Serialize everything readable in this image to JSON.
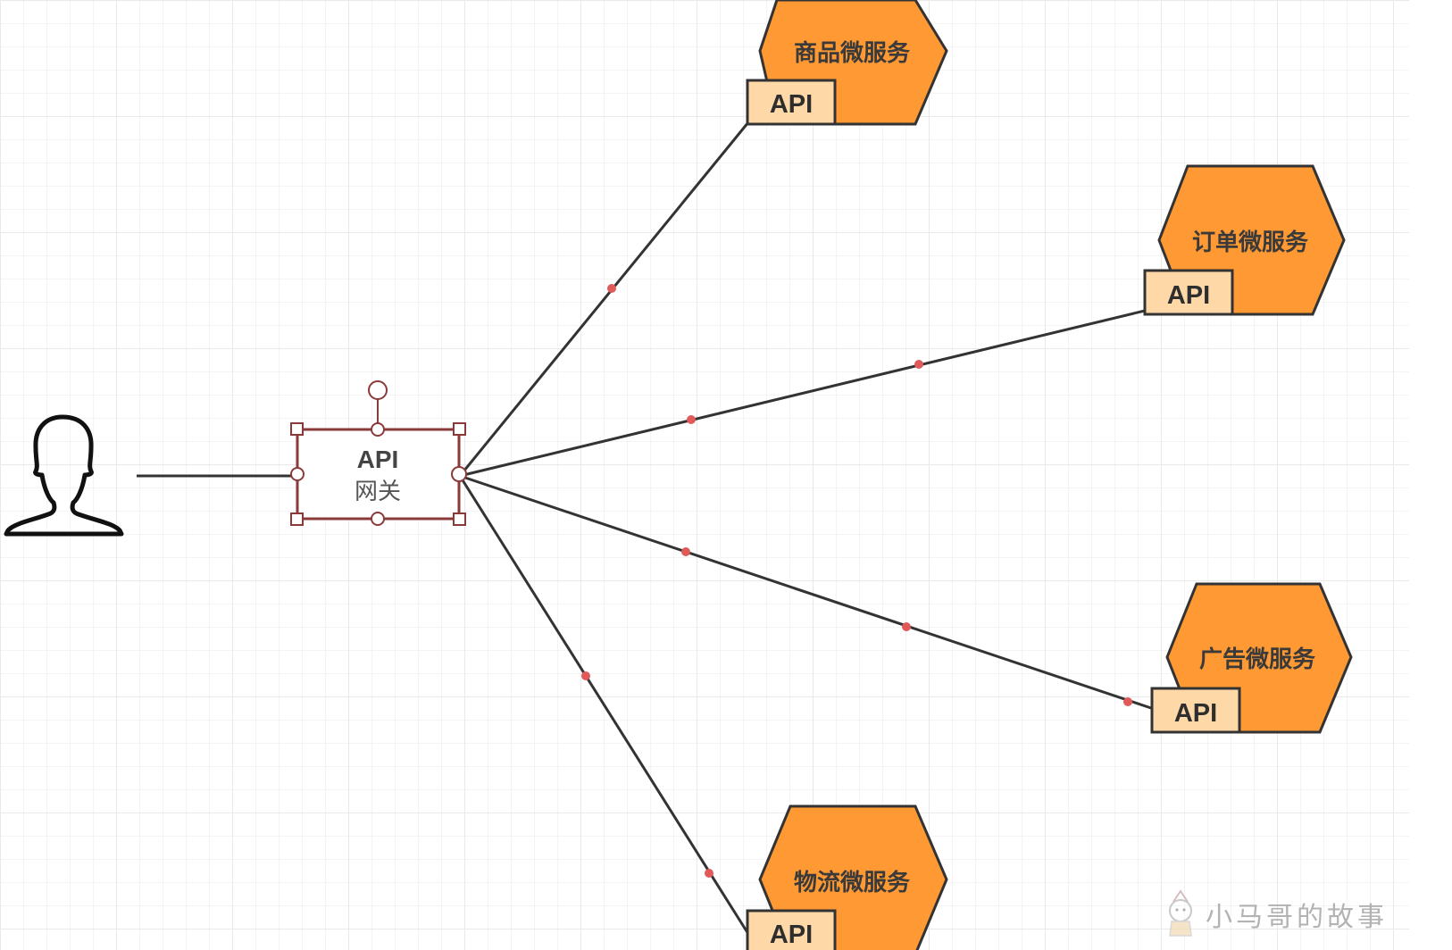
{
  "gateway": {
    "title": "API",
    "subtitle": "网关"
  },
  "services": [
    {
      "name": "商品微服务",
      "api_label": "API"
    },
    {
      "name": "订单微服务",
      "api_label": "API"
    },
    {
      "name": "广告微服务",
      "api_label": "API"
    },
    {
      "name": "物流微服务",
      "api_label": "API"
    }
  ],
  "watermark": {
    "text": "小马哥的故事"
  },
  "colors": {
    "service_fill": "#ff9933",
    "api_tab_fill": "#ffd8a8",
    "outline": "#333333",
    "connector": "#333333",
    "selection": "#8b3a3a",
    "waypoint": "#e05a5a"
  }
}
